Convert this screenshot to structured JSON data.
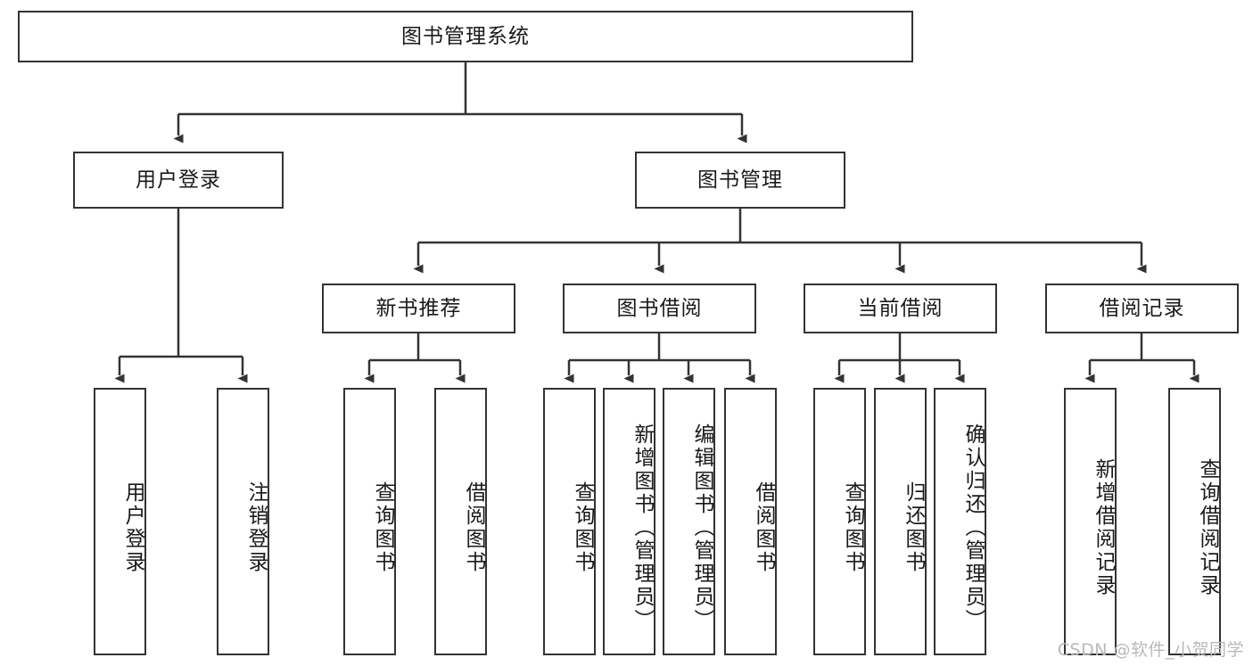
{
  "diagram": {
    "title": "图书管理系统",
    "type": "hierarchy-tree",
    "watermark": "CSDN @软件_小贺同学",
    "colors": {
      "border": "#333333",
      "background": "#ffffff",
      "text": "#1a1a1a",
      "watermark": "#b9b9b9"
    },
    "nodes": {
      "root": {
        "label": "图书管理系统"
      },
      "level2": [
        {
          "id": "user-login",
          "label": "用户登录"
        },
        {
          "id": "book-manage",
          "label": "图书管理"
        }
      ],
      "level3": [
        {
          "id": "new-book-rec",
          "label": "新书推荐"
        },
        {
          "id": "book-borrow",
          "label": "图书借阅"
        },
        {
          "id": "current-borrow",
          "label": "当前借阅"
        },
        {
          "id": "borrow-record",
          "label": "借阅记录"
        }
      ],
      "leaves": [
        {
          "id": "leaf-user-login",
          "label": "用户登录"
        },
        {
          "id": "leaf-logout",
          "label": "注销登录"
        },
        {
          "id": "leaf-query-book-1",
          "label": "查询图书"
        },
        {
          "id": "leaf-borrow-book-1",
          "label": "借阅图书"
        },
        {
          "id": "leaf-query-book-2",
          "label": "查询图书"
        },
        {
          "id": "leaf-add-book",
          "label": "新增图书（管理员）"
        },
        {
          "id": "leaf-edit-book",
          "label": "编辑图书（管理员）"
        },
        {
          "id": "leaf-borrow-book-2",
          "label": "借阅图书"
        },
        {
          "id": "leaf-query-book-3",
          "label": "查询图书"
        },
        {
          "id": "leaf-return-book",
          "label": "归还图书"
        },
        {
          "id": "leaf-confirm-return",
          "label": "确认归还（管理员）"
        },
        {
          "id": "leaf-add-record",
          "label": "新增借阅记录"
        },
        {
          "id": "leaf-query-record",
          "label": "查询借阅记录"
        }
      ]
    }
  }
}
